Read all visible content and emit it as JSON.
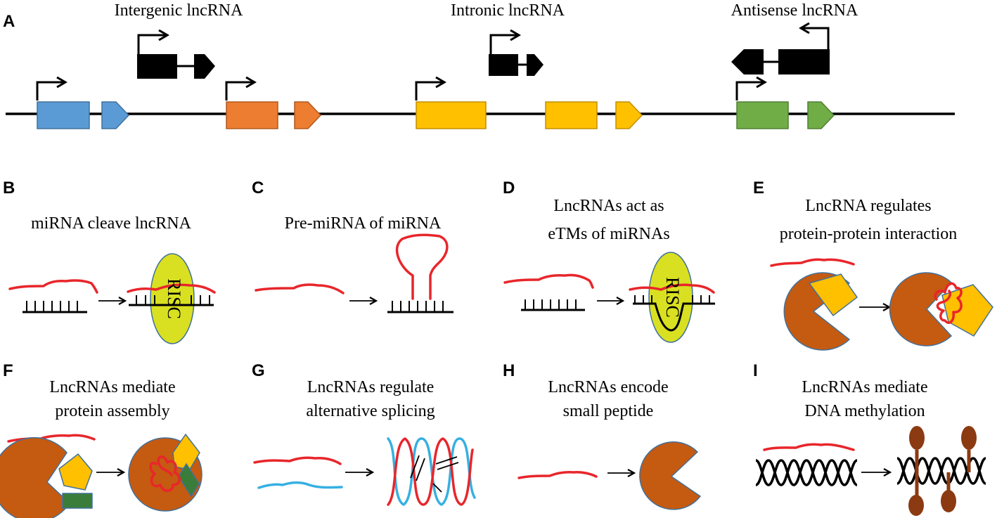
{
  "colors": {
    "gene1": "#5b9bd5",
    "gene2": "#ed7d31",
    "gene3": "#ffc000",
    "gene4": "#70ad47",
    "lncrna": "#000000",
    "rna_red": "#e8262b",
    "rna_blue": "#36b0e2",
    "protein_brown": "#c55a11",
    "protein_yellow": "#ffc000",
    "protein_green": "#3a7d3a",
    "risc_yellow": "#d9e021",
    "methyl_brown": "#8b3a12"
  },
  "panel_a": {
    "label": "A",
    "titles": {
      "intergenic": "Intergenic lncRNA",
      "intronic": "Intronic lncRNA",
      "antisense": "Antisense lncRNA"
    }
  },
  "panels": {
    "b": {
      "label": "B",
      "title1": "miRNA cleave lncRNA",
      "title2": "",
      "risc": "RISC"
    },
    "c": {
      "label": "C",
      "title1": "Pre-miRNA of miRNA",
      "title2": ""
    },
    "d": {
      "label": "D",
      "title1": "LncRNAs act as",
      "title2": "eTMs of miRNAs",
      "risc": "RISC"
    },
    "e": {
      "label": "E",
      "title1": "LncRNA regulates",
      "title2": "protein-protein interaction"
    },
    "f": {
      "label": "F",
      "title1": "LncRNAs mediate",
      "title2": "protein assembly"
    },
    "g": {
      "label": "G",
      "title1": "LncRNAs regulate",
      "title2": "alternative splicing"
    },
    "h": {
      "label": "H",
      "title1": "LncRNAs encode",
      "title2": "small peptide"
    },
    "i": {
      "label": "I",
      "title1": "LncRNAs mediate",
      "title2": "DNA methylation"
    }
  }
}
